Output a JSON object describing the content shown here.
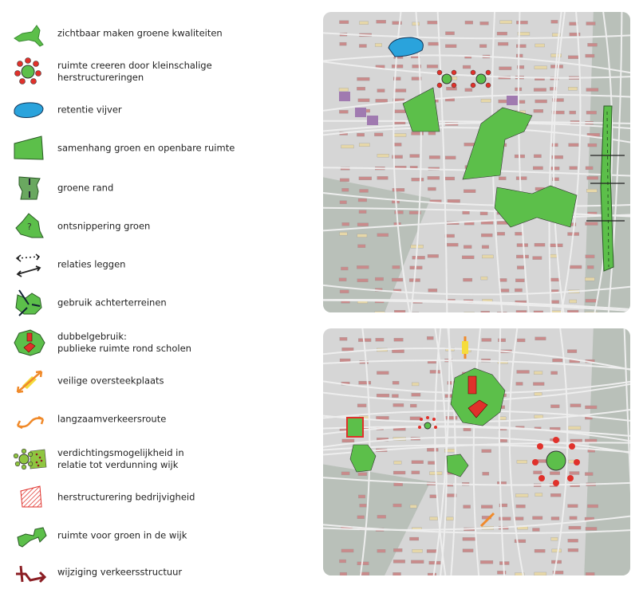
{
  "legend": {
    "items": [
      {
        "icon": "green-quality-icon",
        "label": "zichtbaar maken groene kwaliteiten"
      },
      {
        "icon": "small-restructuring-icon",
        "label": "ruimte creeren door kleinschalige\nherstructureringen"
      },
      {
        "icon": "retention-pond-icon",
        "label": "retentie vijver"
      },
      {
        "icon": "green-coherence-icon",
        "label": "samenhang groen en openbare ruimte"
      },
      {
        "icon": "green-edge-icon",
        "label": "groene rand"
      },
      {
        "icon": "defragment-green-icon",
        "label": "ontsnippering groen"
      },
      {
        "icon": "relations-arrows-icon",
        "label": "relaties leggen"
      },
      {
        "icon": "backyard-use-icon",
        "label": "gebruik achterterreinen"
      },
      {
        "icon": "double-use-icon",
        "label": "dubbelgebruik:\npublieke ruimte rond scholen"
      },
      {
        "icon": "safe-crossing-icon",
        "label": "veilige oversteekplaats"
      },
      {
        "icon": "slow-traffic-route-icon",
        "label": "langzaamverkeersroute"
      },
      {
        "icon": "densification-icon",
        "label": "verdichtingsmogelijkheid in\nrelatie tot verdunning wijk"
      },
      {
        "icon": "business-restructuring-icon",
        "label": "herstructurering bedrijvigheid"
      },
      {
        "icon": "green-space-arrow-icon",
        "label": "ruimte voor groen in de wijk"
      },
      {
        "icon": "traffic-change-icon",
        "label": "wijziging verkeersstructuur"
      }
    ]
  },
  "colors": {
    "green": "#5cbf4a",
    "dark_green": "#2e6b2a",
    "red": "#e0312b",
    "blue": "#2aa3dc",
    "orange": "#f08a2a",
    "yellow": "#f5dc3c",
    "maroon": "#8b1e24",
    "map_bg": "#d6d6d6",
    "building": "#c98b8b"
  }
}
